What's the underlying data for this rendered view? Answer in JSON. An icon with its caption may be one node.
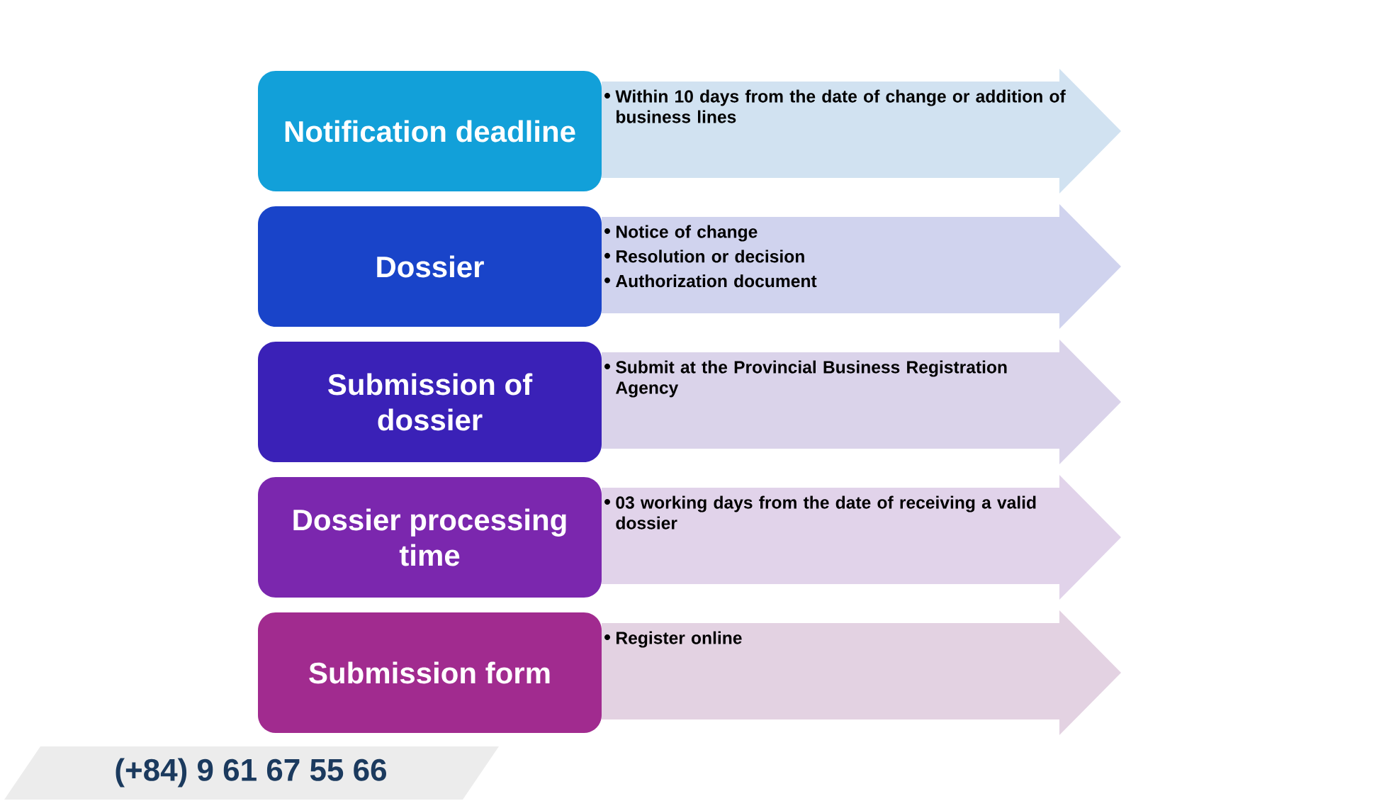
{
  "diagram": {
    "nodes": [
      {
        "text": [
          "Notification deadline"
        ]
      },
      {
        "text": [
          "Within 10 days from the date of change or addition of business lines"
        ]
      },
      {
        "text": [
          "Dossier"
        ]
      },
      {
        "text": [
          "Notice of change",
          "Resolution or decision",
          "Authorization document"
        ]
      },
      {
        "text": [
          "Submission of dossier"
        ]
      },
      {
        "text": [
          "Submit at the Provincial Business Registration Agency"
        ]
      },
      {
        "text": [
          "Dossier processing time"
        ]
      },
      {
        "text": [
          "03 working days from the date of receiving a valid dossier"
        ]
      },
      {
        "text": [
          "Submission form"
        ]
      },
      {
        "text": [
          "Register online"
        ]
      }
    ],
    "labels": [
      "(+84) 9 61 67 55 66"
    ]
  }
}
